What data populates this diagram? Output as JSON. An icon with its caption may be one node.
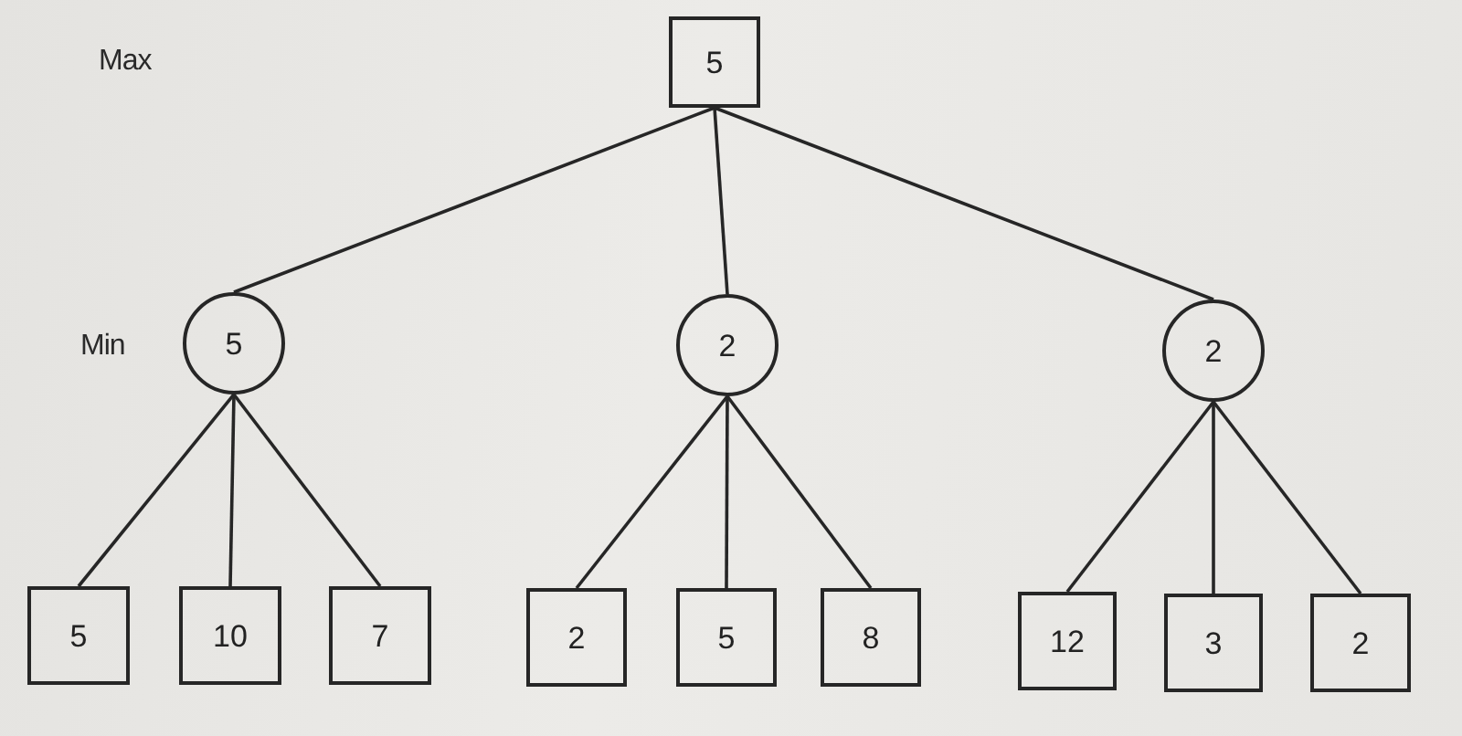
{
  "diagram": {
    "nodes": [
      {
        "text": [
          "5"
        ]
      },
      {
        "text": [
          "5"
        ]
      },
      {
        "text": [
          "2"
        ]
      },
      {
        "text": [
          "2"
        ]
      },
      {
        "text": [
          "5"
        ]
      },
      {
        "text": [
          "10"
        ]
      },
      {
        "text": [
          "7"
        ]
      },
      {
        "text": [
          "2"
        ]
      },
      {
        "text": [
          "5"
        ]
      },
      {
        "text": [
          "8"
        ]
      },
      {
        "text": [
          "12"
        ]
      },
      {
        "text": [
          "3"
        ]
      },
      {
        "text": [
          "2"
        ]
      }
    ],
    "edges": [
      {
        "from": 0,
        "to": 1,
        "arrow": "none"
      },
      {
        "from": 0,
        "to": 2,
        "arrow": "none"
      },
      {
        "from": 0,
        "to": 3,
        "arrow": "none"
      },
      {
        "from": 1,
        "to": 4,
        "arrow": "none"
      },
      {
        "from": 1,
        "to": 5,
        "arrow": "none"
      },
      {
        "from": 1,
        "to": 6,
        "arrow": "none"
      },
      {
        "from": 2,
        "to": 7,
        "arrow": "none"
      },
      {
        "from": 2,
        "to": 8,
        "arrow": "none"
      },
      {
        "from": 2,
        "to": 9,
        "arrow": "none"
      },
      {
        "from": 3,
        "to": 10,
        "arrow": "none"
      },
      {
        "from": 3,
        "to": 11,
        "arrow": "none"
      },
      {
        "from": 3,
        "to": 12,
        "arrow": "none"
      }
    ],
    "labels": [
      "Max",
      "Min"
    ]
  }
}
